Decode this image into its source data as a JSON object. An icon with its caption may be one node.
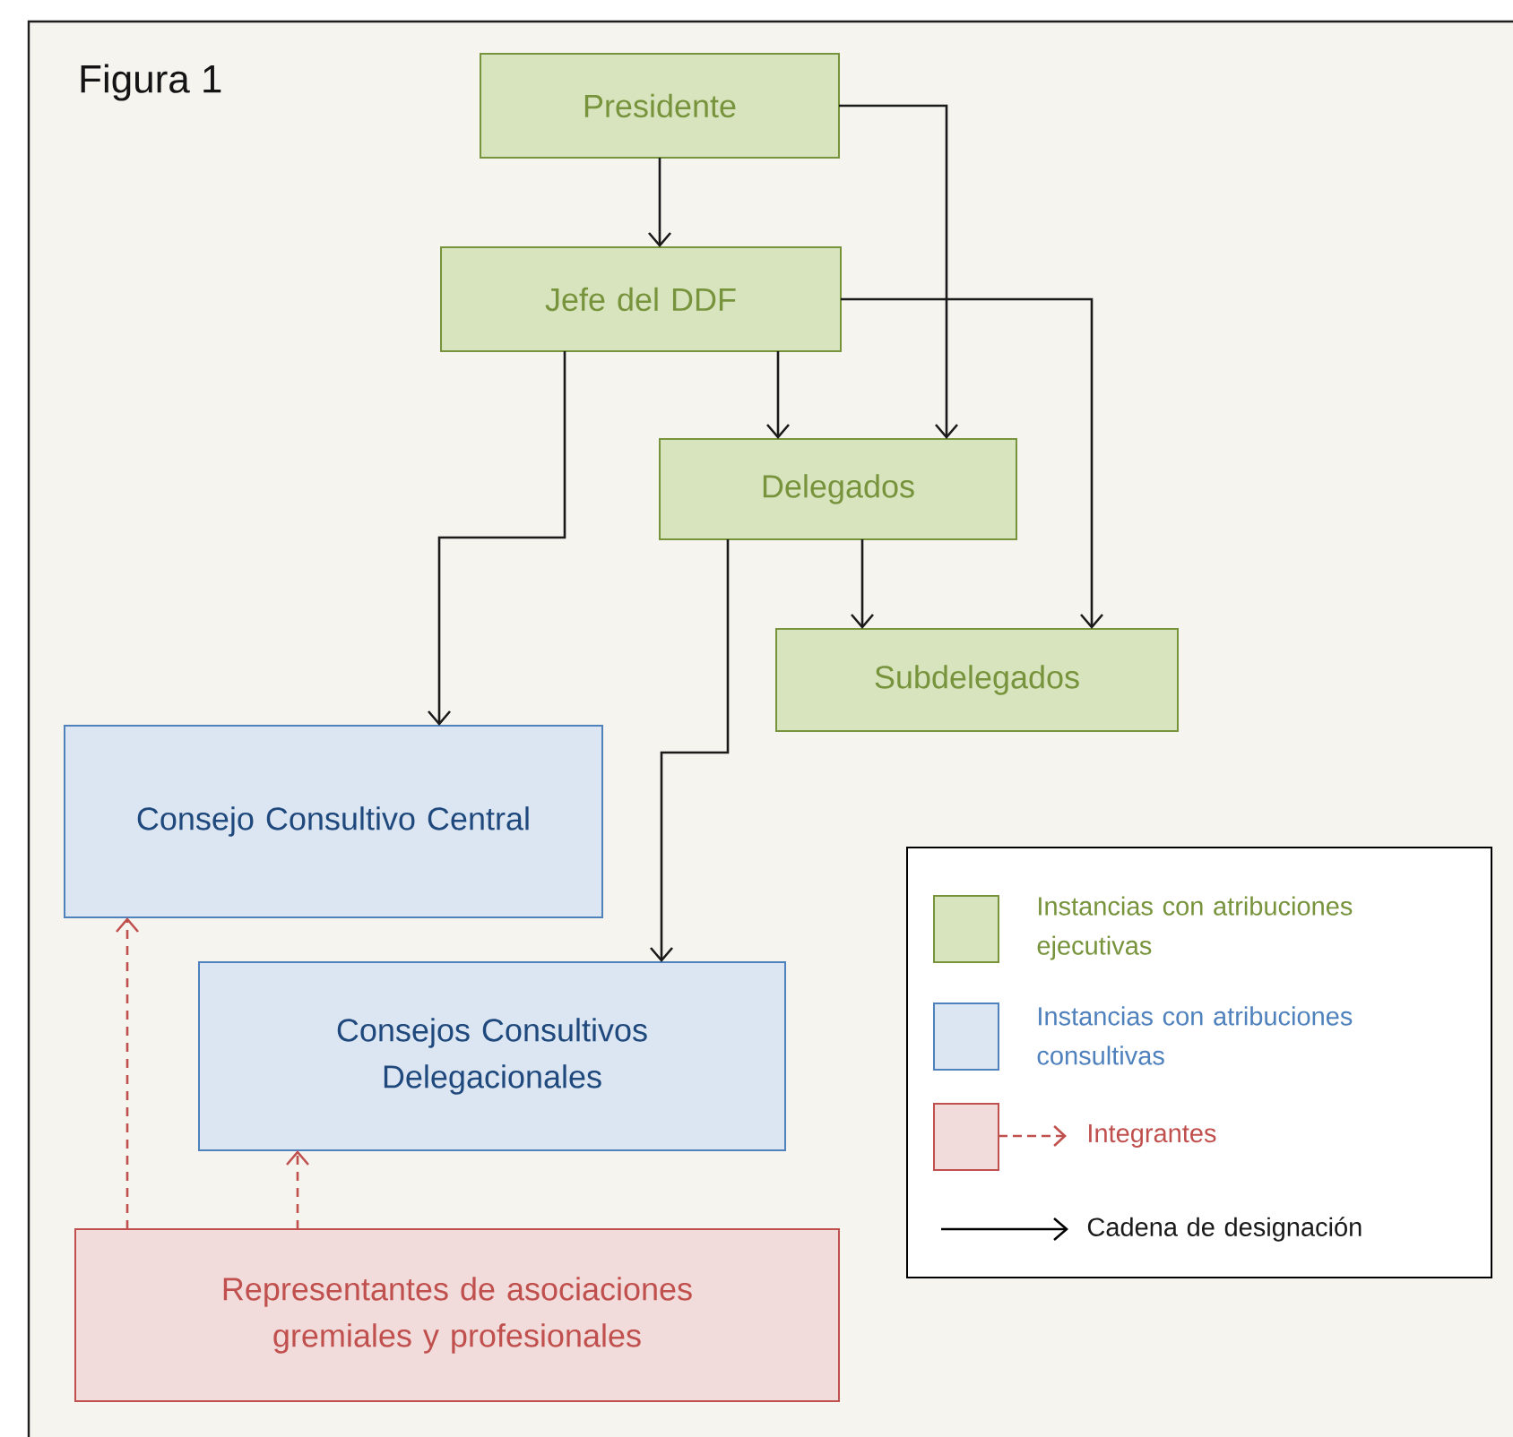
{
  "diagram": {
    "title": "Figura 1",
    "nodes": [
      {
        "text": [
          "Presidente"
        ]
      },
      {
        "text": [
          "Jefe del DDF"
        ]
      },
      {
        "text": [
          "Delegados"
        ]
      },
      {
        "text": [
          "Subdelegados"
        ]
      },
      {
        "text": [
          "Consejo Consultivo Central"
        ]
      },
      {
        "text": [
          "Consejos Consultivos Delegacionales"
        ]
      },
      {
        "text": [
          "Representantes de asociaciones gremiales y profesionales"
        ]
      }
    ],
    "edges": [
      {
        "from": 0,
        "to": 1,
        "arrow": "to"
      },
      {
        "from": 0,
        "to": 2,
        "arrow": "to"
      },
      {
        "from": 1,
        "to": 2,
        "arrow": "to"
      },
      {
        "from": 1,
        "to": 3,
        "arrow": "to"
      },
      {
        "from": 1,
        "to": 4,
        "arrow": "to"
      },
      {
        "from": 2,
        "to": 3,
        "arrow": "to"
      },
      {
        "from": 2,
        "to": 5,
        "arrow": "to"
      },
      {
        "from": 6,
        "to": 4,
        "arrow": "to",
        "style": "dashed",
        "color": "#c0504d"
      },
      {
        "from": 6,
        "to": 5,
        "arrow": "to",
        "style": "dashed",
        "color": "#c0504d"
      }
    ],
    "legend": [
      {
        "text": "Instancias con atribuciones ejecutivas",
        "color": "#d7e4bd"
      },
      {
        "text": "Instancias con atribuciones consultivas",
        "color": "#dce6f2"
      },
      {
        "text": "Integrantes",
        "color": "#f2dcdb"
      },
      {
        "text": "Cadena de designación"
      }
    ]
  }
}
